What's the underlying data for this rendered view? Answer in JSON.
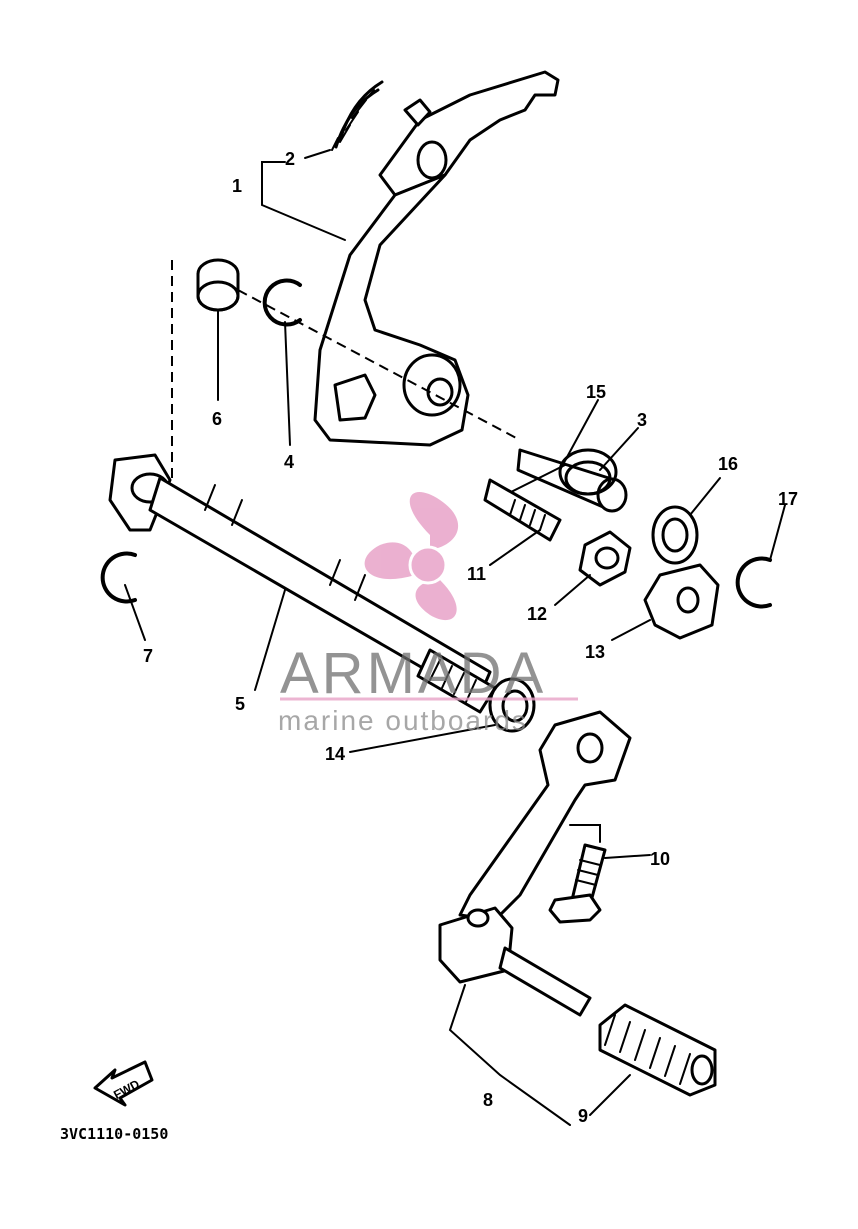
{
  "callouts": [
    "1",
    "2",
    "3",
    "4",
    "5",
    "6",
    "7",
    "8",
    "9",
    "10",
    "11",
    "12",
    "13",
    "14",
    "15",
    "16",
    "17"
  ],
  "diagram_code": "3VC1110-0150",
  "direction_label": "FWD",
  "watermark": {
    "brand": "ARMADA",
    "tagline": "marine outboards",
    "logo_color": "#e8a3c8",
    "text_color": "#6f6f6f"
  }
}
